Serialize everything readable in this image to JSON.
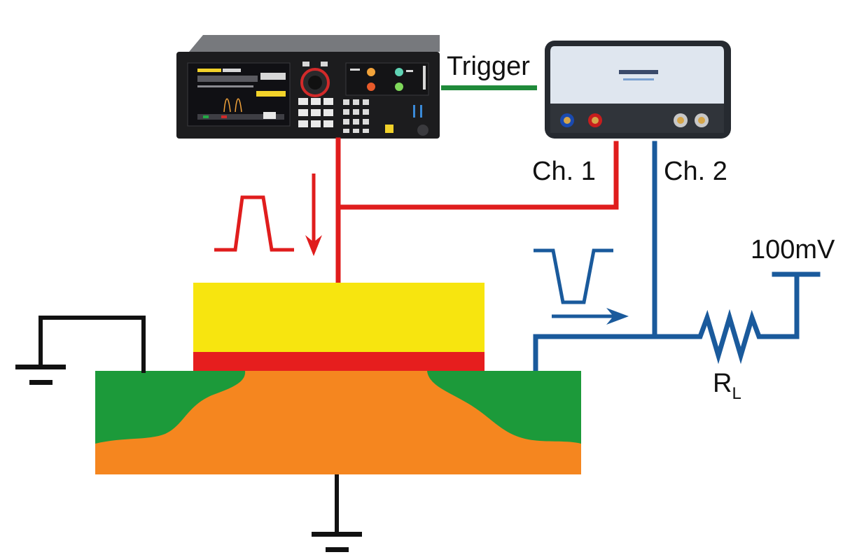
{
  "labels": {
    "trigger": "Trigger",
    "ch1": "Ch. 1",
    "ch2": "Ch. 2",
    "voltage": "100mV",
    "resistor_main": "R",
    "resistor_sub": "L"
  },
  "colors": {
    "pulse_line": "#e01d1d",
    "sense_line": "#1a5a9c",
    "trigger_line": "#1f8a3a",
    "ground_line": "#111111",
    "gate": "#f7e50f",
    "gate_oxide": "#e61e1e",
    "substrate": "#f5861f",
    "contact_regions": "#1c9a3a",
    "instrument_body": "#1c1c1e",
    "scope_body": "#dfe6ef"
  },
  "icons": {
    "pulse_generator": "pulse-generator-icon",
    "oscilloscope": "usb-oscilloscope-icon",
    "ground": "ground-icon",
    "resistor": "resistor-icon",
    "positive_pulse": "positive-pulse-icon",
    "negative_pulse": "negative-pulse-icon"
  }
}
